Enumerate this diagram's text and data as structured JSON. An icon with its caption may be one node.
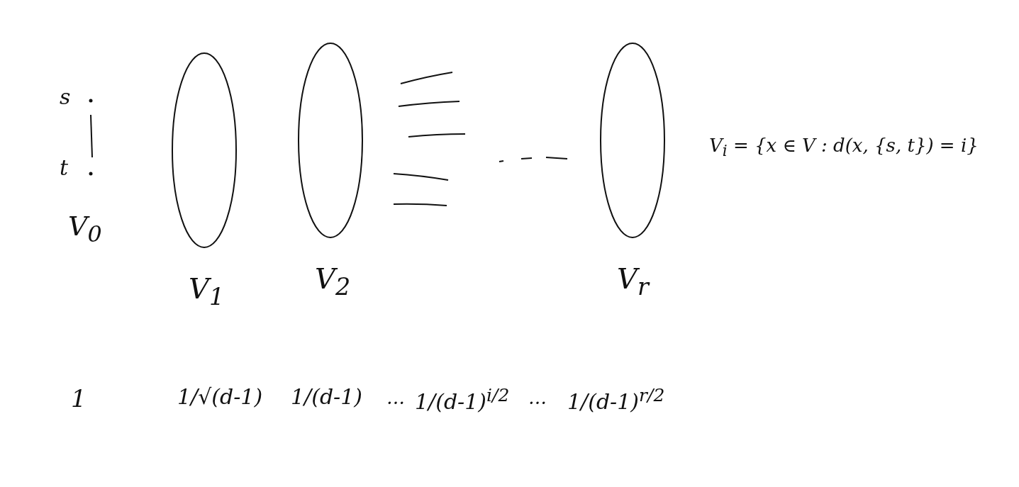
{
  "diagram": {
    "nodes": [
      {
        "text": [
          "s"
        ]
      },
      {
        "text": [
          "t"
        ]
      },
      {
        "text": [
          "V$_{1}$"
        ]
      },
      {
        "text": [
          "V$_{2}$"
        ]
      },
      {
        "text": [
          "V$_{r}$"
        ]
      }
    ],
    "edges": [
      {
        "from": 0,
        "to": 1,
        "arrow": "none"
      }
    ],
    "labels": [
      "V$_{i}$ = {x ∈ V : d(x, {s, t}) = i}",
      "V$_{0}$",
      "1",
      "1/√(d-1)",
      "1/(d-1)",
      "…",
      "1/(d-1)$^{i/2}$",
      "…",
      "1/(d-1)$^{r/2}$"
    ]
  }
}
